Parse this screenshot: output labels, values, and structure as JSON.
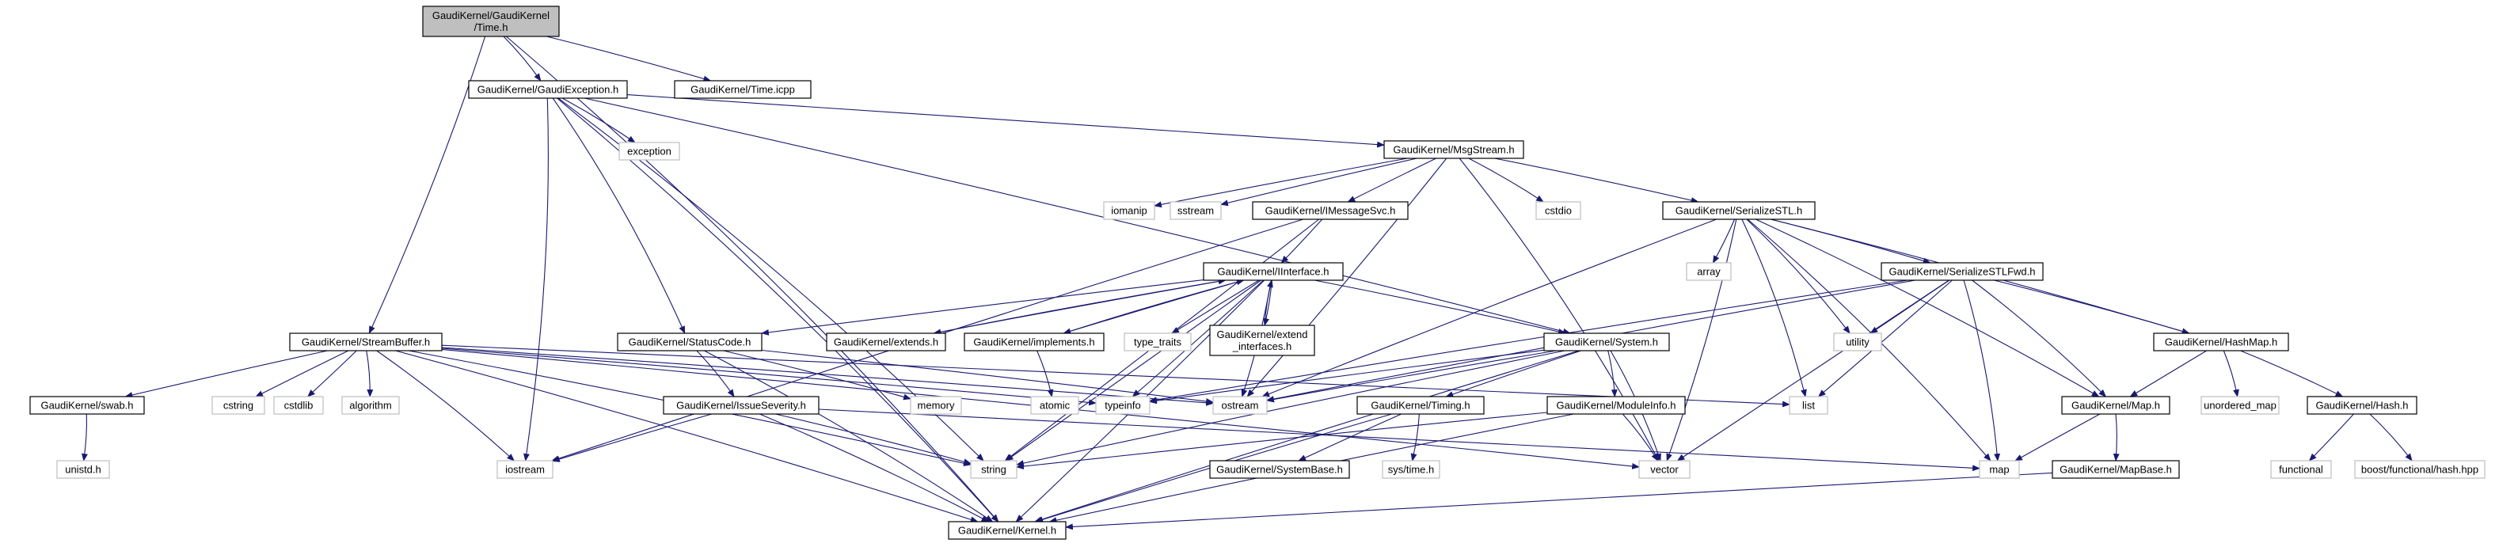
{
  "diagram": {
    "type": "include-dependency-graph",
    "colors": {
      "edge": "#191970",
      "box_border": "#000000",
      "box_border_system": "#bfbfbf",
      "root_fill": "#bfbfbf",
      "box_fill": "#ffffff"
    },
    "nodes": [
      {
        "id": "time_h",
        "lines": [
          "GaudiKernel/GaudiKernel",
          "/Time.h"
        ],
        "kind": "root"
      },
      {
        "id": "gaudiexception",
        "lines": [
          "GaudiKernel/GaudiException.h"
        ],
        "kind": "project"
      },
      {
        "id": "time_icpp",
        "lines": [
          "GaudiKernel/Time.icpp"
        ],
        "kind": "project"
      },
      {
        "id": "streambuffer",
        "lines": [
          "GaudiKernel/StreamBuffer.h"
        ],
        "kind": "project"
      },
      {
        "id": "kernel",
        "lines": [
          "GaudiKernel/Kernel.h"
        ],
        "kind": "project"
      },
      {
        "id": "exception",
        "lines": [
          "exception"
        ],
        "kind": "system"
      },
      {
        "id": "msgstream",
        "lines": [
          "GaudiKernel/MsgStream.h"
        ],
        "kind": "project"
      },
      {
        "id": "iomanip",
        "lines": [
          "iomanip"
        ],
        "kind": "system"
      },
      {
        "id": "sstream",
        "lines": [
          "sstream"
        ],
        "kind": "system"
      },
      {
        "id": "imessagesvc",
        "lines": [
          "GaudiKernel/IMessageSvc.h"
        ],
        "kind": "project"
      },
      {
        "id": "cstdio",
        "lines": [
          "cstdio"
        ],
        "kind": "system"
      },
      {
        "id": "serializestl",
        "lines": [
          "GaudiKernel/SerializeSTL.h"
        ],
        "kind": "project"
      },
      {
        "id": "array",
        "lines": [
          "array"
        ],
        "kind": "system"
      },
      {
        "id": "serializestlfwd",
        "lines": [
          "GaudiKernel/SerializeSTLFwd.h"
        ],
        "kind": "project"
      },
      {
        "id": "iinterface",
        "lines": [
          "GaudiKernel/IInterface.h"
        ],
        "kind": "project"
      },
      {
        "id": "statuscode",
        "lines": [
          "GaudiKernel/StatusCode.h"
        ],
        "kind": "project"
      },
      {
        "id": "extends",
        "lines": [
          "GaudiKernel/extends.h"
        ],
        "kind": "project"
      },
      {
        "id": "implements",
        "lines": [
          "GaudiKernel/implements.h"
        ],
        "kind": "project"
      },
      {
        "id": "type_traits",
        "lines": [
          "type_traits"
        ],
        "kind": "system"
      },
      {
        "id": "extend_interfaces",
        "lines": [
          "GaudiKernel/extend",
          "_interfaces.h"
        ],
        "kind": "project"
      },
      {
        "id": "system",
        "lines": [
          "GaudiKernel/System.h"
        ],
        "kind": "project"
      },
      {
        "id": "utility",
        "lines": [
          "utility"
        ],
        "kind": "system"
      },
      {
        "id": "hashmap",
        "lines": [
          "GaudiKernel/HashMap.h"
        ],
        "kind": "project"
      },
      {
        "id": "swab",
        "lines": [
          "GaudiKernel/swab.h"
        ],
        "kind": "project"
      },
      {
        "id": "cstring",
        "lines": [
          "cstring"
        ],
        "kind": "system"
      },
      {
        "id": "cstdlib",
        "lines": [
          "cstdlib"
        ],
        "kind": "system"
      },
      {
        "id": "algorithm",
        "lines": [
          "algorithm"
        ],
        "kind": "system"
      },
      {
        "id": "iostream",
        "lines": [
          "iostream"
        ],
        "kind": "system"
      },
      {
        "id": "issueseverity",
        "lines": [
          "GaudiKernel/IssueSeverity.h"
        ],
        "kind": "project"
      },
      {
        "id": "memory",
        "lines": [
          "memory"
        ],
        "kind": "system"
      },
      {
        "id": "atomic",
        "lines": [
          "atomic"
        ],
        "kind": "system"
      },
      {
        "id": "typeinfo",
        "lines": [
          "typeinfo"
        ],
        "kind": "system"
      },
      {
        "id": "ostream",
        "lines": [
          "ostream"
        ],
        "kind": "system"
      },
      {
        "id": "string",
        "lines": [
          "string"
        ],
        "kind": "system"
      },
      {
        "id": "timing",
        "lines": [
          "GaudiKernel/Timing.h"
        ],
        "kind": "project"
      },
      {
        "id": "systembase",
        "lines": [
          "GaudiKernel/SystemBase.h"
        ],
        "kind": "project"
      },
      {
        "id": "systime",
        "lines": [
          "sys/time.h"
        ],
        "kind": "system"
      },
      {
        "id": "moduleinfo",
        "lines": [
          "GaudiKernel/ModuleInfo.h"
        ],
        "kind": "project"
      },
      {
        "id": "vector",
        "lines": [
          "vector"
        ],
        "kind": "system"
      },
      {
        "id": "list",
        "lines": [
          "list"
        ],
        "kind": "system"
      },
      {
        "id": "map_h",
        "lines": [
          "GaudiKernel/Map.h"
        ],
        "kind": "project"
      },
      {
        "id": "mapbase",
        "lines": [
          "GaudiKernel/MapBase.h"
        ],
        "kind": "project"
      },
      {
        "id": "map",
        "lines": [
          "map"
        ],
        "kind": "system"
      },
      {
        "id": "unordered_map",
        "lines": [
          "unordered_map"
        ],
        "kind": "system"
      },
      {
        "id": "hash_h",
        "lines": [
          "GaudiKernel/Hash.h"
        ],
        "kind": "project"
      },
      {
        "id": "functional",
        "lines": [
          "functional"
        ],
        "kind": "system"
      },
      {
        "id": "boost_hash",
        "lines": [
          "boost/functional/hash.hpp"
        ],
        "kind": "system"
      },
      {
        "id": "unistd",
        "lines": [
          "unistd.h"
        ],
        "kind": "system"
      }
    ],
    "edges": [
      [
        "time_h",
        "gaudiexception"
      ],
      [
        "time_h",
        "time_icpp"
      ],
      [
        "time_h",
        "streambuffer"
      ],
      [
        "time_h",
        "kernel"
      ],
      [
        "gaudiexception",
        "exception"
      ],
      [
        "gaudiexception",
        "msgstream"
      ],
      [
        "gaudiexception",
        "statuscode"
      ],
      [
        "gaudiexception",
        "iostream"
      ],
      [
        "gaudiexception",
        "kernel"
      ],
      [
        "gaudiexception",
        "string"
      ],
      [
        "gaudiexception",
        "system"
      ],
      [
        "msgstream",
        "iomanip"
      ],
      [
        "msgstream",
        "sstream"
      ],
      [
        "msgstream",
        "imessagesvc"
      ],
      [
        "msgstream",
        "cstdio"
      ],
      [
        "msgstream",
        "serializestl"
      ],
      [
        "msgstream",
        "vector"
      ],
      [
        "msgstream",
        "ostream"
      ],
      [
        "imessagesvc",
        "iinterface"
      ],
      [
        "imessagesvc",
        "iostream"
      ],
      [
        "imessagesvc",
        "string"
      ],
      [
        "iinterface",
        "statuscode"
      ],
      [
        "iinterface",
        "extends"
      ],
      [
        "iinterface",
        "implements"
      ],
      [
        "iinterface",
        "extend_interfaces"
      ],
      [
        "iinterface",
        "system"
      ],
      [
        "iinterface",
        "kernel"
      ],
      [
        "iinterface",
        "typeinfo"
      ],
      [
        "iinterface",
        "ostream"
      ],
      [
        "iinterface",
        "type_traits"
      ],
      [
        "iinterface",
        "string"
      ],
      [
        "extends",
        "iinterface"
      ],
      [
        "implements",
        "iinterface"
      ],
      [
        "implements",
        "atomic"
      ],
      [
        "extend_interfaces",
        "iinterface"
      ],
      [
        "statuscode",
        "issueseverity"
      ],
      [
        "statuscode",
        "kernel"
      ],
      [
        "statuscode",
        "ostream"
      ],
      [
        "statuscode",
        "memory"
      ],
      [
        "issueseverity",
        "kernel"
      ],
      [
        "issueseverity",
        "map"
      ],
      [
        "issueseverity",
        "iostream"
      ],
      [
        "issueseverity",
        "string"
      ],
      [
        "serializestl",
        "array"
      ],
      [
        "serializestl",
        "serializestlfwd"
      ],
      [
        "serializestl",
        "hashmap"
      ],
      [
        "serializestl",
        "map_h"
      ],
      [
        "serializestl",
        "utility"
      ],
      [
        "serializestl",
        "list"
      ],
      [
        "serializestl",
        "vector"
      ],
      [
        "serializestl",
        "map"
      ],
      [
        "serializestl",
        "ostream"
      ],
      [
        "serializestlfwd",
        "utility"
      ],
      [
        "serializestlfwd",
        "hashmap"
      ],
      [
        "serializestlfwd",
        "map_h"
      ],
      [
        "serializestlfwd",
        "list"
      ],
      [
        "serializestlfwd",
        "vector"
      ],
      [
        "serializestlfwd",
        "map"
      ],
      [
        "serializestlfwd",
        "typeinfo"
      ],
      [
        "serializestlfwd",
        "ostream"
      ],
      [
        "system",
        "timing"
      ],
      [
        "system",
        "moduleinfo"
      ],
      [
        "system",
        "kernel"
      ],
      [
        "system",
        "typeinfo"
      ],
      [
        "system",
        "string"
      ],
      [
        "system",
        "vector"
      ],
      [
        "system",
        "ostream"
      ],
      [
        "timing",
        "systembase"
      ],
      [
        "timing",
        "systime"
      ],
      [
        "timing",
        "kernel"
      ],
      [
        "moduleinfo",
        "kernel"
      ],
      [
        "moduleinfo",
        "string"
      ],
      [
        "moduleinfo",
        "vector"
      ],
      [
        "hashmap",
        "map_h"
      ],
      [
        "hashmap",
        "unordered_map"
      ],
      [
        "hashmap",
        "hash_h"
      ],
      [
        "map_h",
        "mapbase"
      ],
      [
        "map_h",
        "map"
      ],
      [
        "mapbase",
        "kernel"
      ],
      [
        "hash_h",
        "functional"
      ],
      [
        "hash_h",
        "boost_hash"
      ],
      [
        "streambuffer",
        "swab"
      ],
      [
        "streambuffer",
        "cstring"
      ],
      [
        "streambuffer",
        "cstdlib"
      ],
      [
        "streambuffer",
        "algorithm"
      ],
      [
        "streambuffer",
        "iostream"
      ],
      [
        "streambuffer",
        "kernel"
      ],
      [
        "streambuffer",
        "string"
      ],
      [
        "streambuffer",
        "typeinfo"
      ],
      [
        "streambuffer",
        "list"
      ],
      [
        "streambuffer",
        "vector"
      ],
      [
        "streambuffer",
        "ostream"
      ],
      [
        "swab",
        "unistd"
      ]
    ]
  }
}
